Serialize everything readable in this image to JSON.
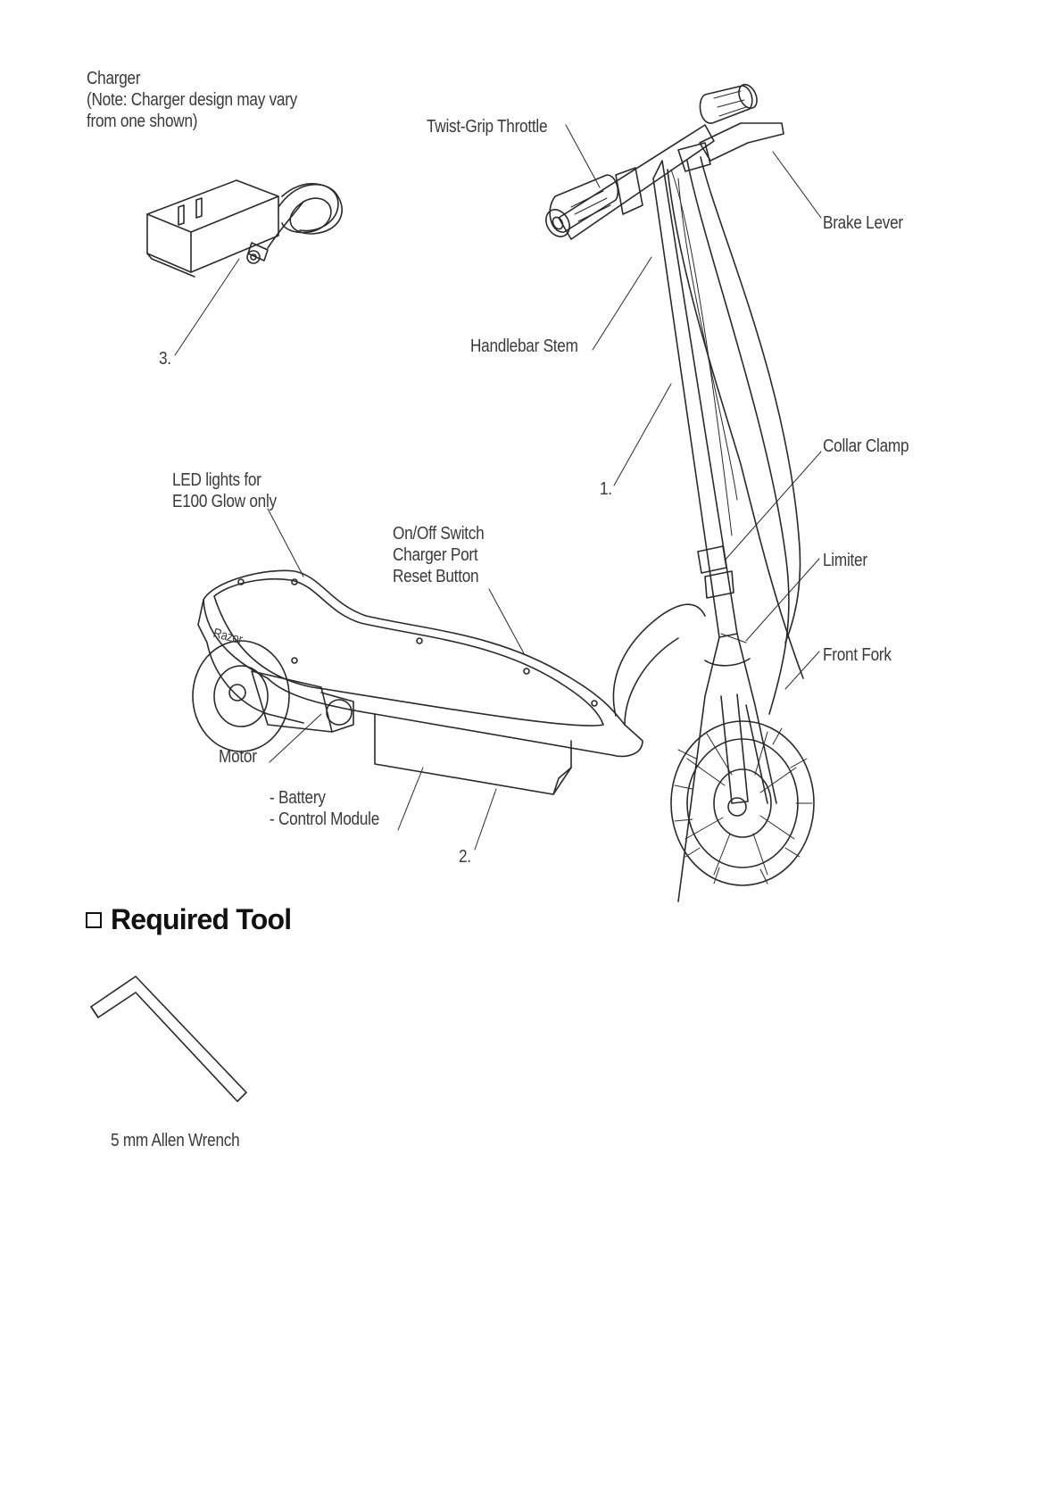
{
  "charger": {
    "title": "Charger",
    "note_line1": "(Note: Charger design may vary",
    "note_line2": "from one shown)",
    "number": "3."
  },
  "callouts": {
    "twist_grip": "Twist-Grip Throttle",
    "brake_lever": "Brake Lever",
    "handlebar_stem": "Handlebar Stem",
    "item_1": "1.",
    "collar_clamp": "Collar Clamp",
    "led_line1": "LED lights for",
    "led_line2": "E100 Glow only",
    "switch_line1": "On/Off Switch",
    "switch_line2": "Charger Port",
    "switch_line3": "Reset Button",
    "limiter": "Limiter",
    "front_fork": "Front Fork",
    "motor": "Motor",
    "battery": "- Battery",
    "control_module": "- Control Module",
    "item_2": "2.",
    "brand": "Razor"
  },
  "required_tool": {
    "heading": "Required Tool",
    "tool_label": "5 mm Allen Wrench"
  }
}
